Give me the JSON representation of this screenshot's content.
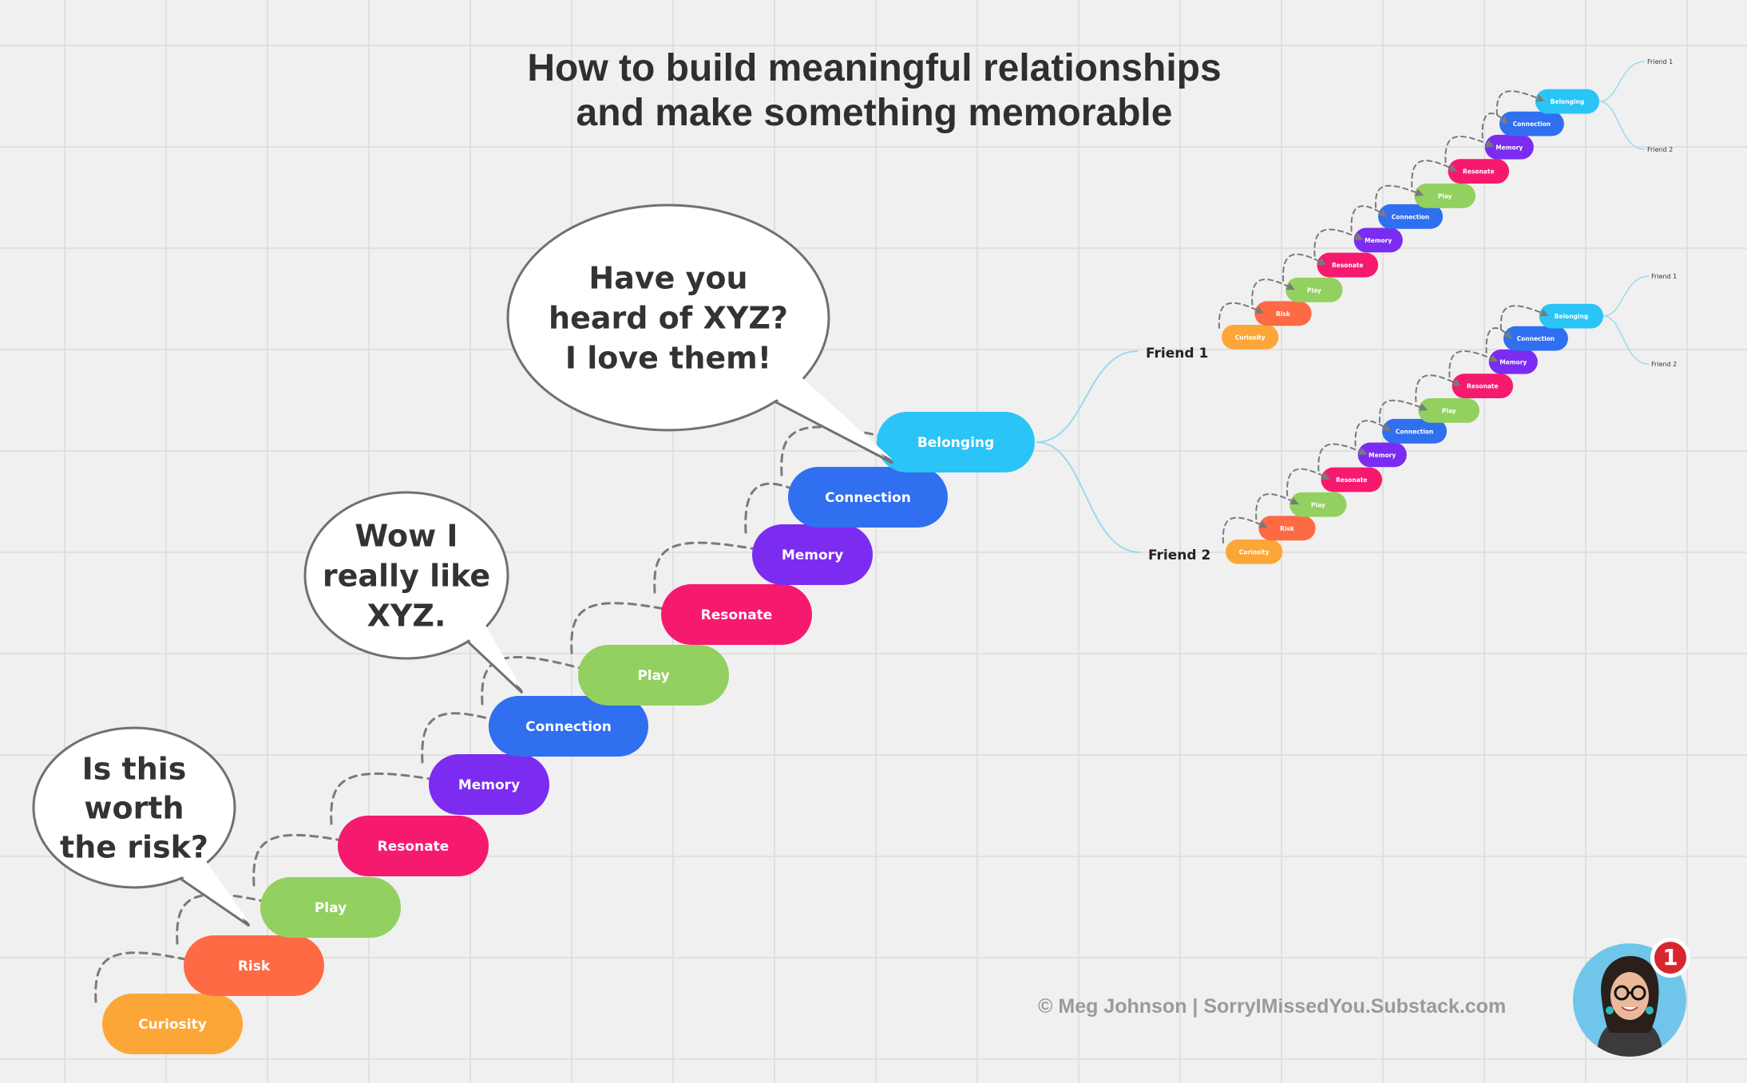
{
  "title": {
    "line1": "How to build meaningful relationships",
    "line2": "and make something memorable"
  },
  "colors": {
    "curiosity": "#fda638",
    "risk": "#fd6a44",
    "play": "#92d05f",
    "resonate": "#f61a6e",
    "memory": "#7b2cf0",
    "connection": "#2f6ff0",
    "belonging": "#2ac4f6",
    "arrow": "#7a7a7a",
    "branch": "#9cd8f0"
  },
  "main_steps": [
    {
      "label": "Curiosity",
      "color": "curiosity"
    },
    {
      "label": "Risk",
      "color": "risk"
    },
    {
      "label": "Play",
      "color": "play"
    },
    {
      "label": "Resonate",
      "color": "resonate"
    },
    {
      "label": "Memory",
      "color": "memory"
    },
    {
      "label": "Connection",
      "color": "connection"
    },
    {
      "label": "Play",
      "color": "play"
    },
    {
      "label": "Resonate",
      "color": "resonate"
    },
    {
      "label": "Memory",
      "color": "memory"
    },
    {
      "label": "Connection",
      "color": "connection"
    },
    {
      "label": "Belonging",
      "color": "belonging"
    }
  ],
  "bubbles": [
    {
      "lines": [
        "Is this",
        "worth",
        "the risk?"
      ]
    },
    {
      "lines": [
        "Wow I",
        "really like",
        "XYZ."
      ]
    },
    {
      "lines": [
        "Have you",
        "heard of XYZ?",
        "I love them!"
      ]
    }
  ],
  "branches": {
    "friend1": "Friend 1",
    "friend2": "Friend 2"
  },
  "mini_branch_labels": [
    "Friend 1",
    "Friend 2"
  ],
  "credit": "© Meg Johnson | SorryIMissedYou.Substack.com",
  "notification_count": "1",
  "icons": {
    "avatar": "avatar",
    "badge": "notification-badge"
  }
}
